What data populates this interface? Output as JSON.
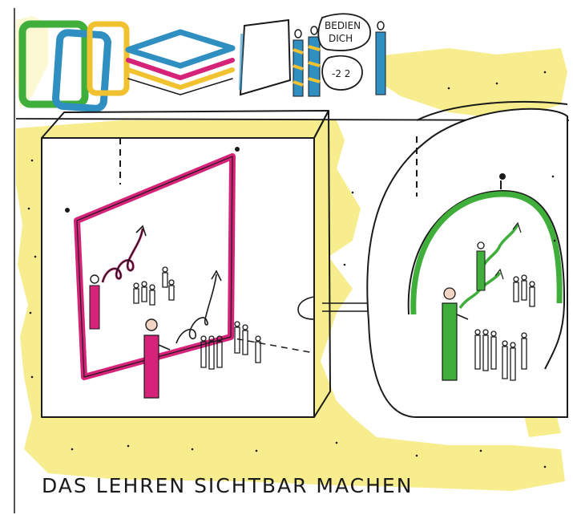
{
  "caption": "DAS LEHREN SICHTBAR MACHEN",
  "speech_bubble": {
    "line1": "BEDIEN",
    "line2": "DICH",
    "number": "-2 2"
  },
  "colors": {
    "highlight_yellow": "#f6ea7a",
    "magenta": "#d6237a",
    "green": "#3fae3a",
    "blue": "#2f8fc0",
    "ink": "#1a1a1a"
  },
  "icons": [
    "book-stack-icon",
    "board-icon",
    "audience-group-icon",
    "teacher-figure-icon",
    "growth-arrow-icon",
    "speech-bubble-icon",
    "door-knob-icon"
  ]
}
